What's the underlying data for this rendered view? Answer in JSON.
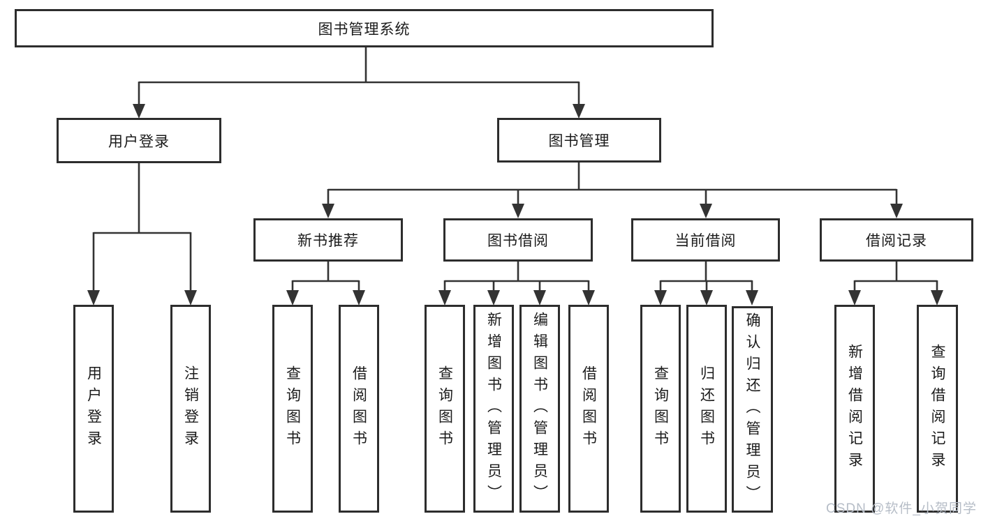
{
  "diagram": {
    "watermark": "CSDN @软件_小贺同学",
    "colors": {
      "line": "#333333",
      "box_border": "#2d2d2d",
      "box_background": "#ffffff",
      "text": "#1b1b1b",
      "watermark_text": "#b6bdc7"
    },
    "nodes": {
      "root": {
        "label": "图书管理系统"
      },
      "user_login": {
        "label": "用户登录"
      },
      "book_mgmt": {
        "label": "图书管理"
      },
      "new_book_rec": {
        "label": "新书推荐"
      },
      "book_borrow": {
        "label": "图书借阅"
      },
      "current_borrow": {
        "label": "当前借阅"
      },
      "borrow_records": {
        "label": "借阅记录"
      },
      "leaf_user_login": {
        "label": "用户登录"
      },
      "leaf_logout": {
        "label": "注销登录"
      },
      "leaf_query_book_1": {
        "label": "查询图书"
      },
      "leaf_borrow_book_1": {
        "label": "借阅图书"
      },
      "leaf_query_book_2": {
        "label": "查询图书"
      },
      "leaf_add_book": {
        "label": "新增图书（管理员）"
      },
      "leaf_edit_book": {
        "label": "编辑图书（管理员）"
      },
      "leaf_borrow_book_2": {
        "label": "借阅图书"
      },
      "leaf_query_book_3": {
        "label": "查询图书"
      },
      "leaf_return_book": {
        "label": "归还图书"
      },
      "leaf_confirm_return": {
        "label": "确认归还（管理员）"
      },
      "leaf_add_record": {
        "label": "新增借阅记录"
      },
      "leaf_query_record": {
        "label": "查询借阅记录"
      }
    }
  }
}
